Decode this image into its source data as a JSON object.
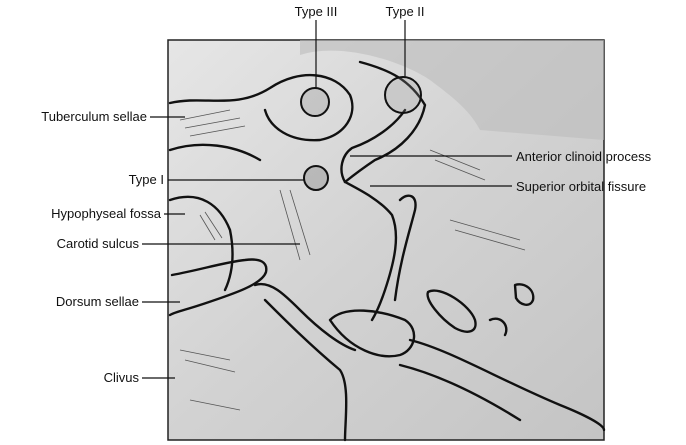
{
  "figure": {
    "labels": {
      "type_iii": "Type III",
      "type_ii": "Type II",
      "type_i": "Type I",
      "tuberculum_sellae": "Tuberculum sellae",
      "anterior_clinoid_process": "Anterior clinoid process",
      "superior_orbital_fissure": "Superior orbital fissure",
      "hypophyseal_fossa": "Hypophyseal fossa",
      "carotid_sulcus": "Carotid sulcus",
      "dorsum_sellae": "Dorsum sellae",
      "clivus": "Clivus"
    }
  }
}
